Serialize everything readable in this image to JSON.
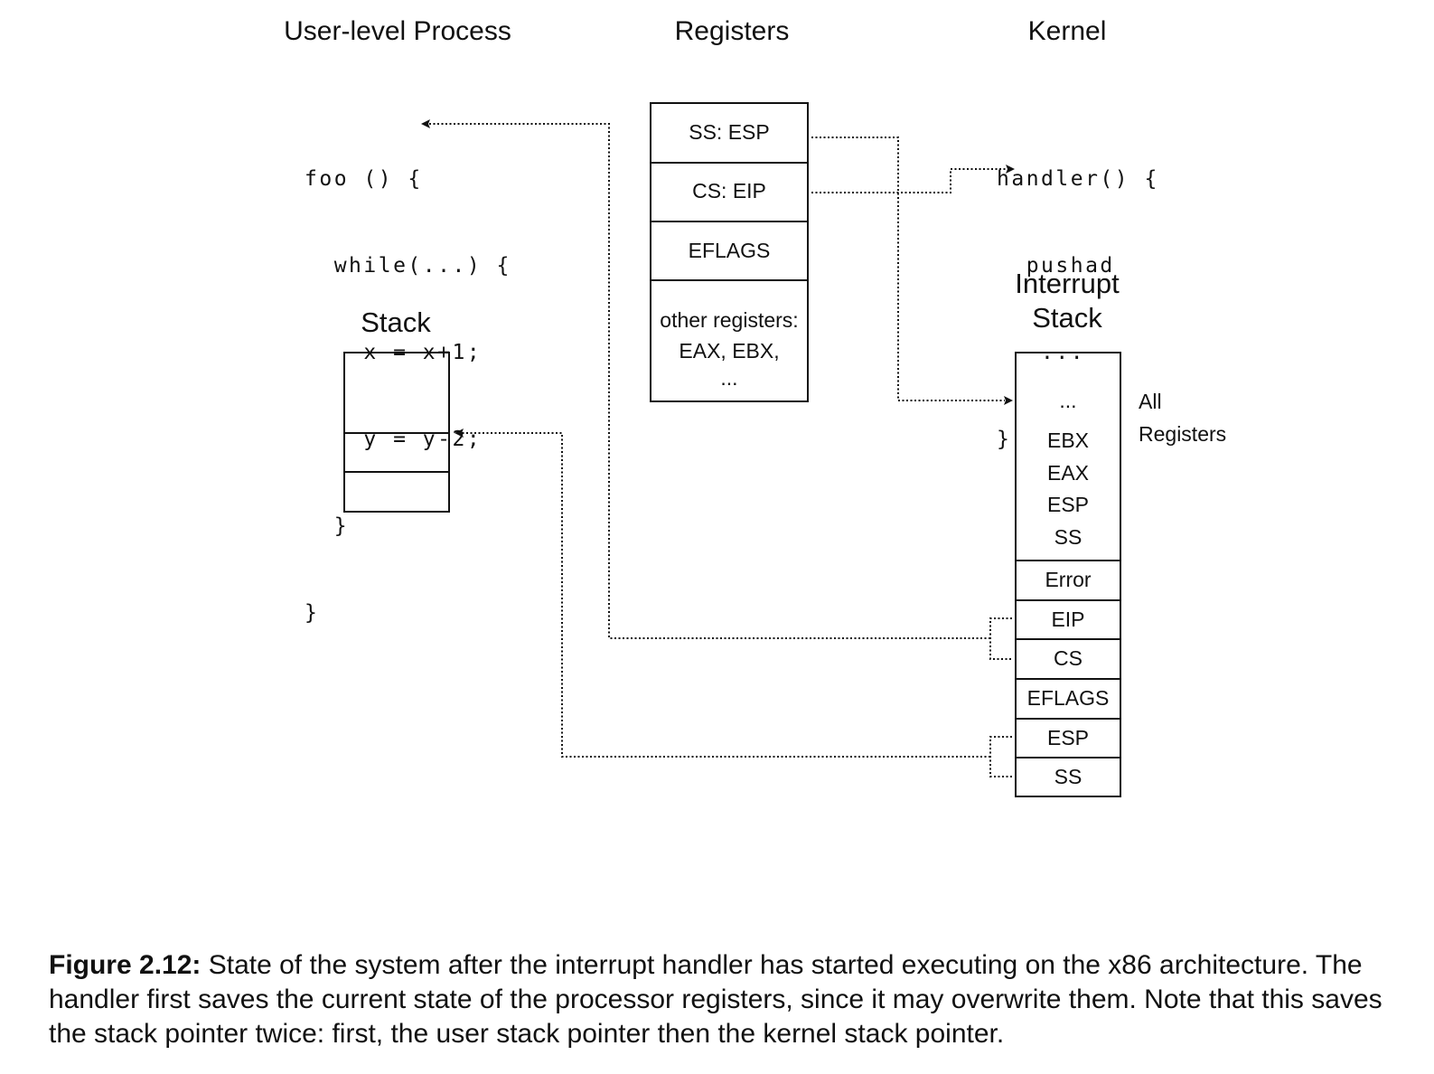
{
  "columns": {
    "user": "User-level Process",
    "registers": "Registers",
    "kernel": "Kernel"
  },
  "user_code": [
    "foo () {",
    "  while(...) {",
    "    x = x+1;",
    "    y = y-2;",
    "  }",
    "}"
  ],
  "stack_label": "Stack",
  "register_cells": [
    {
      "lines": [
        "SS: ESP"
      ]
    },
    {
      "lines": [
        "CS: EIP"
      ]
    },
    {
      "lines": [
        "EFLAGS"
      ]
    },
    {
      "lines": [
        "other registers:",
        "EAX, EBX,",
        "..."
      ]
    }
  ],
  "kernel_code": [
    "handler() {",
    "  pushad",
    "   ...",
    "}"
  ],
  "interrupt_stack_label": [
    "Interrupt",
    "Stack"
  ],
  "interrupt_stack_top": [
    "...",
    "EBX",
    "EAX",
    "ESP",
    "SS"
  ],
  "interrupt_stack_cells": [
    "Error",
    "EIP",
    "CS",
    "EFLAGS",
    "ESP",
    "SS"
  ],
  "all_registers_label": [
    "All",
    "Registers"
  ],
  "caption": {
    "label": "Figure 2.12:",
    "text": " State of the system after the interrupt handler has started executing on the x86 architecture. The handler first saves the current state of the processor registers, since it may overwrite them. Note that this saves the stack pointer twice: first, the user stack pointer then the kernel stack pointer."
  }
}
